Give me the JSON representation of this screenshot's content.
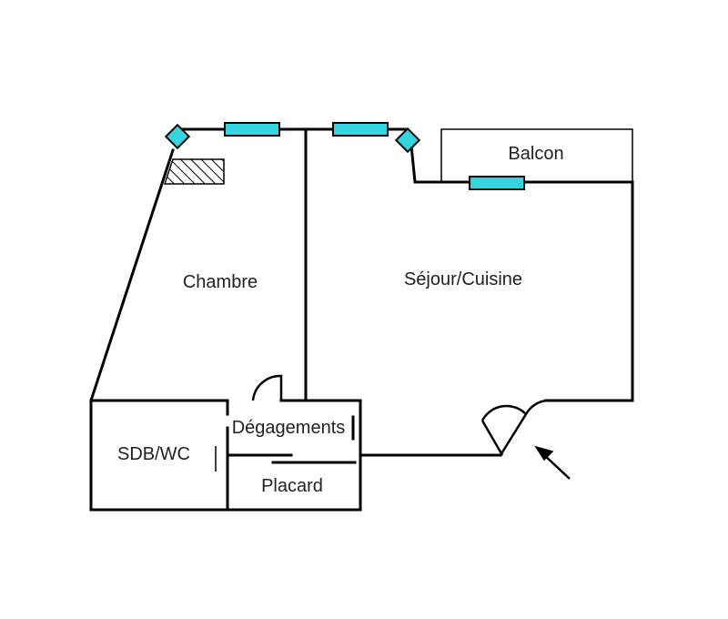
{
  "rooms": {
    "chambre": "Chambre",
    "sejour": "Séjour/Cuisine",
    "balcon": "Balcon",
    "sdb": "SDB/WC",
    "degagements": "Dégagements",
    "placard": "Placard"
  },
  "colors": {
    "wall": "#000000",
    "window": "#33d6e0",
    "background": "#ffffff"
  },
  "icons": {
    "entrance": "arrow-up-left-icon",
    "built_in": "hatched-cupboard-icon"
  }
}
